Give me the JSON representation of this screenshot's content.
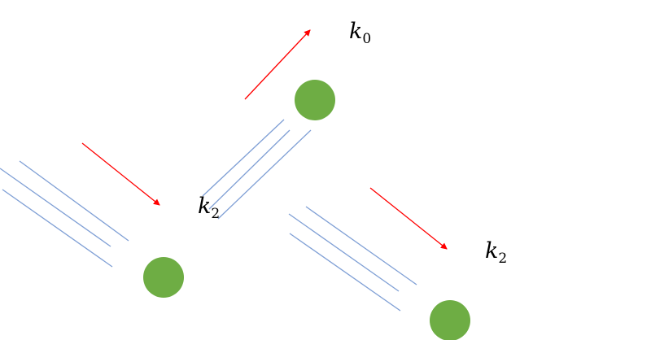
{
  "diagram": {
    "labels": {
      "k0_symbol": "k",
      "k0_sub": "0",
      "k2a_symbol": "k",
      "k2a_sub": "2",
      "k2b_symbol": "k",
      "k2b_sub": "2"
    },
    "colors": {
      "arrow": "#ff0000",
      "streak": "#7f9fd5",
      "ball": "#6ead44",
      "text": "#000000"
    }
  }
}
